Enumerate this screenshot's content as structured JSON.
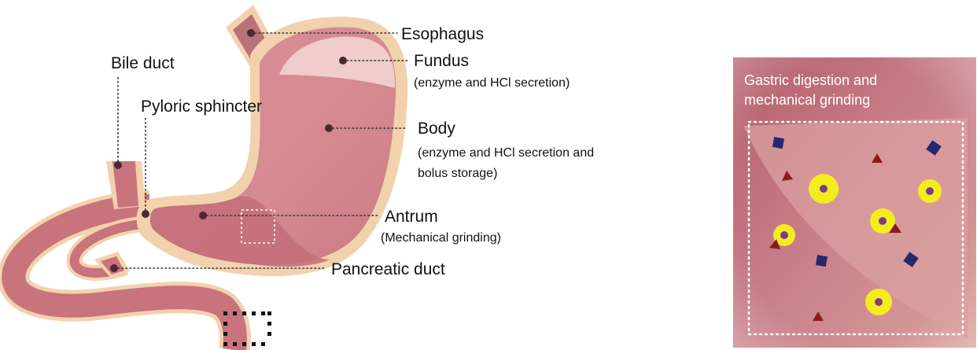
{
  "labels": {
    "esophagus": "Esophagus",
    "fundus": "Fundus",
    "fundus_note": "(enzyme and HCl secretion)",
    "bile_duct": "Bile duct",
    "pyloric_sphincter": "Pyloric sphincter",
    "body": "Body",
    "body_note_1": "(enzyme and HCl secretion and",
    "body_note_2": "bolus storage)",
    "antrum": "Antrum",
    "antrum_note": "(Mechanical grinding)",
    "pancreatic_duct": "Pancreatic duct"
  },
  "inset": {
    "title_line1": "Gastric digestion and",
    "title_line2": "mechanical grinding"
  },
  "colors": {
    "outline": "#f2d2ad",
    "tissue": "#c9737d",
    "tissue_light": "#d88f93",
    "fundus": "#f0cccc",
    "inset_bg": "#c98282",
    "particle_yellow": "#f5ec1e",
    "particle_center": "#7b3b8a",
    "square": "#23296e",
    "triangle": "#8b1b1b"
  }
}
